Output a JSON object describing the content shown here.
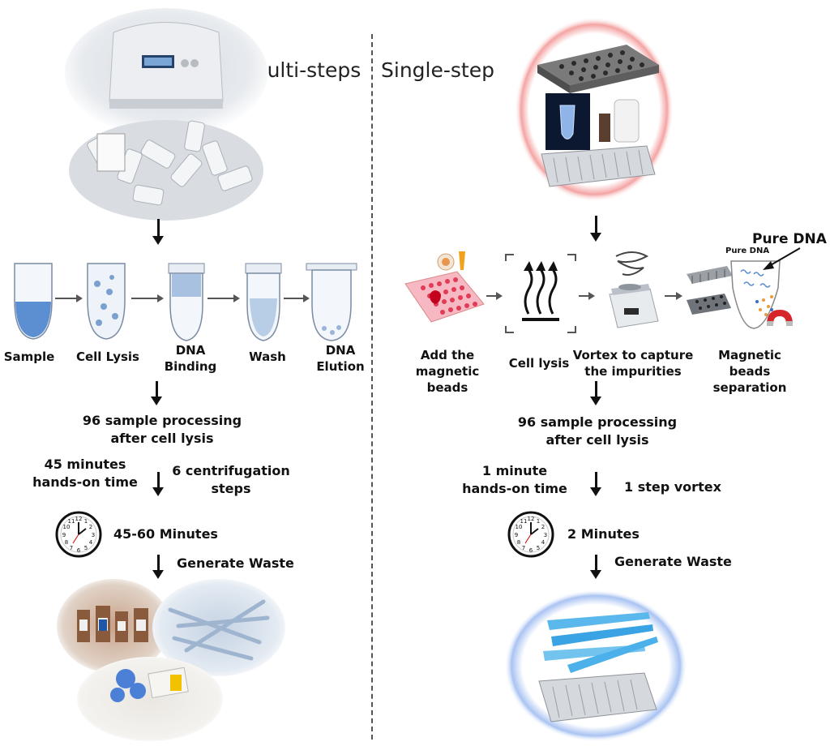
{
  "left": {
    "title": "Multi-steps",
    "steps": [
      "Sample",
      "Cell Lysis",
      "DNA Binding",
      "Wash",
      "DNA Elution"
    ],
    "step_lines": [
      [
        "Sample"
      ],
      [
        "Cell Lysis"
      ],
      [
        "DNA",
        "Binding"
      ],
      [
        "Wash"
      ],
      [
        "DNA",
        "Elution"
      ]
    ],
    "processing": [
      "96 sample processing",
      "after cell lysis"
    ],
    "hands_on": [
      "45 minutes",
      "hands-on time"
    ],
    "centrifugation": [
      "6 centrifugation",
      "steps"
    ],
    "time": "45-60 Minutes",
    "waste": "Generate Waste"
  },
  "right": {
    "title": "Single-step",
    "steps_a": [
      "Add the magnetic",
      "beads"
    ],
    "steps_b": "Cell lysis",
    "steps_c": [
      "Vortex to capture",
      "the impurities"
    ],
    "steps_d": [
      "Magnetic beads",
      "separation"
    ],
    "pure_dna": "Pure DNA",
    "pure_dna_small": "Pure DNA",
    "processing": [
      "96 sample processing",
      "after cell lysis"
    ],
    "hands_on": [
      "1 minute",
      "hands-on time"
    ],
    "vortex": "1 step vortex",
    "time": "2 Minutes",
    "waste": "Generate Waste"
  },
  "colors": {
    "red_glow": "#f4a3a3",
    "blue_glow": "#a9c3f2",
    "tube_blue": "#5b8fd1",
    "rack_red": "#e23b55"
  }
}
